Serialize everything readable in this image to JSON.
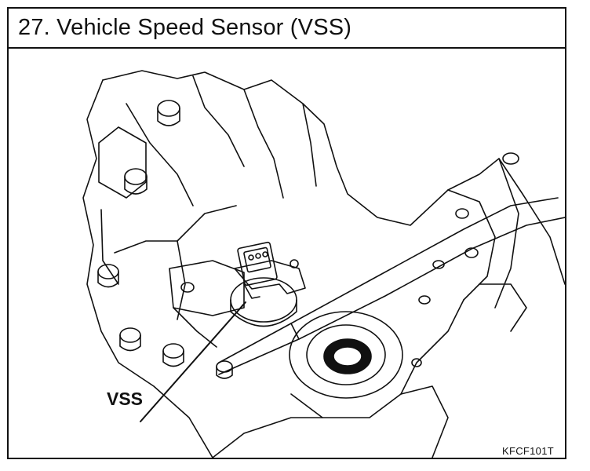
{
  "header": {
    "title": "27.  Vehicle Speed Sensor (VSS)"
  },
  "callout": {
    "label": "VSS"
  },
  "figure": {
    "code": "KFCF101T"
  },
  "colors": {
    "ink": "#111111",
    "paper": "#ffffff"
  }
}
